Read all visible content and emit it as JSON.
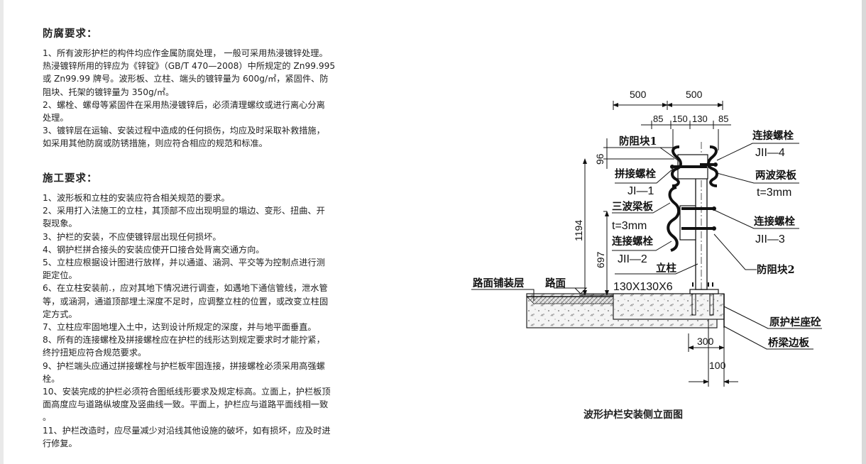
{
  "sections": [
    {
      "title": "防腐要求：",
      "paragraphs": [
        "1、所有波形护栏的构件均应作金属防腐处理， 一般可采用热浸镀锌处理。",
        "热浸镀锌所用的锌应为《锌锭》（GB/T 470—2008）中所规定的 Zn99.995",
        "或 Zn99.99 牌号。波形板、立柱、端头的镀锌量为 600g/㎡，紧固件、防",
        "阻块、托架的镀锌量为 350g/㎡。",
        "2、螺栓、螺母等紧固件在采用热浸镀锌后，必须清理螺纹或进行离心分离",
        "处理。",
        "3、镀锌层在运输、安装过程中造成的任何损伤，均应及时采取补救措施，",
        "如采用其他防腐或防锈措施，则应符合相应的规范和标准。"
      ]
    },
    {
      "title": "施工要求：",
      "paragraphs": [
        "1、波形板和立柱的安装应符合相关规范的要求。",
        "2、采用打入法施工的立柱，其顶部不应出现明显的塌边、变形、扭曲、开",
        "裂现象。",
        "3、护栏的安装，不应使镀锌层出现任何损坏。",
        "4、钢护栏拼合接头的安装应使开口接合处背离交通方向。",
        "5、立柱应根据设计图进行放样，并以通道、涵洞、平交等为控制点进行测",
        "距定位。",
        "6、在立柱安装前.，应对其地下情况进行调查，如遇地下通信管线，泄水管",
        "等，或涵洞，通道顶部埋土深度不足时，应调整立柱的位置，或改变立柱固",
        "定方式。",
        "7、立柱应牢固地埋入土中，达到设计所规定的深度，并与地平面垂直。",
        "8、所有的连接螺栓及拼接螺栓应在护栏的线形达到规定要求时才能拧紧，",
        "终拧扭矩应符合规范要求。",
        "9、护栏端头应通过拼接螺栓与护栏板牢固连接，拼接螺栓必须采用高强螺",
        "栓。",
        "10、安装完成的护栏必须符合图纸线形要求及规定标高。立面上，护栏板顶",
        "面高度应与道路纵坡度及竖曲线一致。平面上，护栏应与道路平面线相一致",
        "。",
        "11、护栏改造时，应尽量减少对沿线其他设施的破坏，如有损坏，应及时进",
        "行修复。"
      ]
    }
  ],
  "diagram": {
    "caption": "波形护栏安装侧立面图",
    "dims": {
      "d500a": "500",
      "d500b": "500",
      "d85a": "85",
      "d150": "150",
      "d130": "130",
      "d85b": "85",
      "d96": "96",
      "d1194": "1194",
      "d697": "697",
      "d300": "300",
      "d100": "100"
    },
    "labels": {
      "block1": "防阻块1",
      "splice_bolt": "拼接螺栓",
      "jl1": "JI—1",
      "three_wave": "三波梁板",
      "t3a": "t=3mm",
      "conn_bolt_left": "连接螺栓",
      "jl2": "JII—2",
      "post": "立柱",
      "post_size": "130X130X6",
      "conn_bolt_r1": "连接螺栓",
      "jl4": "JII—4",
      "two_wave": "两波梁板",
      "t3b": "t=3mm",
      "conn_bolt_r2": "连接螺栓",
      "jl3": "JII—3",
      "block2": "防阻块2",
      "pavement_layer": "路面铺装层",
      "road_surface": "路面",
      "original_base": "原护栏座砼",
      "bridge_edge": "桥梁边板"
    }
  }
}
